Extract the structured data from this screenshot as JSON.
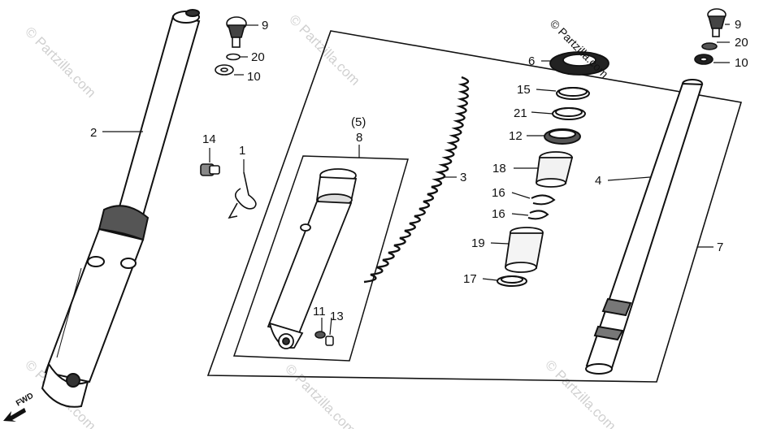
{
  "watermark": "© Partzilla.com",
  "direction_label": "FWD",
  "callouts": [
    {
      "id": "c2",
      "text": "2"
    },
    {
      "id": "c9a",
      "text": "9"
    },
    {
      "id": "c20a",
      "text": "20"
    },
    {
      "id": "c10a",
      "text": "10"
    },
    {
      "id": "c14",
      "text": "14"
    },
    {
      "id": "c1",
      "text": "1"
    },
    {
      "id": "c5",
      "text": "(5)"
    },
    {
      "id": "c8",
      "text": "8"
    },
    {
      "id": "c11",
      "text": "11"
    },
    {
      "id": "c13",
      "text": "13"
    },
    {
      "id": "c3",
      "text": "3"
    },
    {
      "id": "c6",
      "text": "6"
    },
    {
      "id": "c15",
      "text": "15"
    },
    {
      "id": "c21",
      "text": "21"
    },
    {
      "id": "c12",
      "text": "12"
    },
    {
      "id": "c18",
      "text": "18"
    },
    {
      "id": "c16a",
      "text": "16"
    },
    {
      "id": "c16b",
      "text": "16"
    },
    {
      "id": "c19",
      "text": "19"
    },
    {
      "id": "c17",
      "text": "17"
    },
    {
      "id": "c4",
      "text": "4"
    },
    {
      "id": "c7",
      "text": "7"
    },
    {
      "id": "c9b",
      "text": "9"
    },
    {
      "id": "c20b",
      "text": "20"
    },
    {
      "id": "c10b",
      "text": "10"
    }
  ]
}
